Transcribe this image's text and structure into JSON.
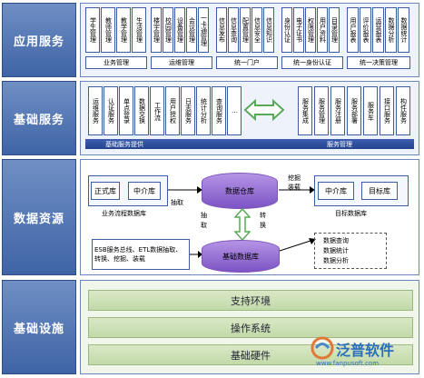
{
  "layers": {
    "app": "应用服务",
    "base": "基础服务",
    "data": "数据资源",
    "infra": "基础设施"
  },
  "app_services": {
    "groups": [
      {
        "title": "业务管理",
        "items": [
          "学生管理",
          "教师管理",
          "教学管理",
          "生活管理"
        ]
      },
      {
        "title": "运维管理",
        "items": [
          "楼宇管理",
          "校园管理",
          "设备管理",
          "会议管理",
          "一卡通管理"
        ]
      },
      {
        "title": "统一门户",
        "items": [
          "信息发布",
          "信息查询",
          "配置管理",
          "信息安全",
          "信息知识"
        ]
      },
      {
        "title": "统一身份认证",
        "items": [
          "身份认证",
          "电子证书",
          "权限管理",
          "用户资料",
          "目录管理"
        ]
      },
      {
        "title": "统一决策管理",
        "items": [
          "用户报表",
          "评价报表",
          "运营报表",
          "数据分析",
          "数据统计"
        ]
      }
    ]
  },
  "base_services": {
    "left_items": [
      "运维服务",
      "认证服务",
      "单点登录",
      "数据交换",
      "工作流",
      "用户授权",
      "日志服务",
      "统计分析",
      "查询服务",
      "…"
    ],
    "right_items": [
      "服务集成",
      "服务管理",
      "服务注册",
      "服务部署",
      "服务车",
      "接口服务",
      "构件服务"
    ],
    "bar_left": "基础服务提供",
    "bar_right": "服务管理"
  },
  "data_resources": {
    "formal_db": "正式库",
    "middle_db_left": "中介库",
    "business_db_label": "业务流程数据库",
    "extract_label": "抽取",
    "warehouse": "数据仓库",
    "mining_label": "挖掘\n装载",
    "middle_db_right": "中介库",
    "target_db": "目标库",
    "target_db_label": "目标数据库",
    "extract_v": "抽取",
    "convert_v": "转换",
    "esb_text": "ESB服务总线、ETL数据抽取、转换、挖掘、装载",
    "base_db": "基础数据库",
    "outputs": [
      "数据查询",
      "数据统计",
      "数据分析"
    ]
  },
  "infrastructure": {
    "items": [
      "支持环境",
      "操作系统",
      "基础硬件"
    ]
  },
  "watermark": {
    "brand": "泛普软件",
    "url": "www.fanpusoft.com"
  },
  "colors": {
    "label_bg": "#4a6cab",
    "bar_bg": "#2c4c98",
    "cylinder": "#9670d6",
    "infra_bg": "#c9ddb0",
    "arrow": "#5aa85a"
  }
}
